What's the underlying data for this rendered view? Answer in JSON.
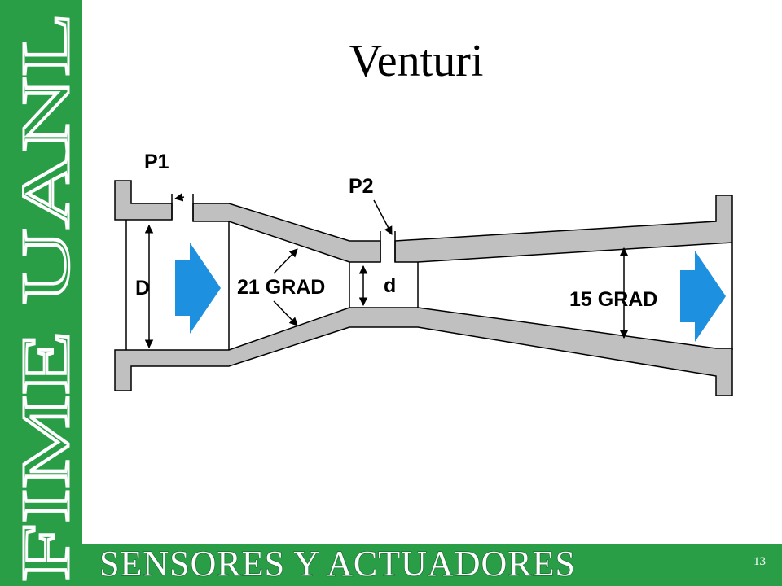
{
  "slide": {
    "title": "Venturi",
    "footer_title": "SENSORES Y ACTUADORES",
    "page_number": "13",
    "brand_vertical_text": "FIME UANL"
  },
  "diagram": {
    "labels": {
      "p1": "P1",
      "p2": "P2",
      "big_diameter": "D",
      "small_diameter": "d",
      "converging_angle": "21 GRAD",
      "diverging_angle": "15 GRAD"
    },
    "icons": [
      "flow-arrow-icon"
    ]
  },
  "colors": {
    "brand_green": "#299e47",
    "pipe_wall": "#c0c0c0",
    "flow_arrow": "#1e90e0",
    "text": "#000000"
  }
}
